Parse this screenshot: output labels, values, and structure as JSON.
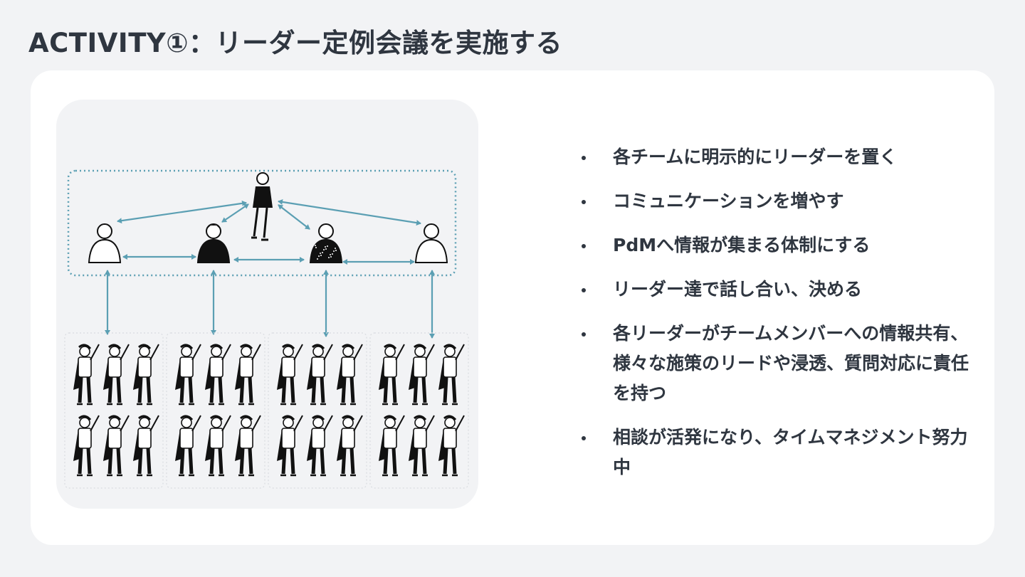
{
  "title": "ACTIVITY①：リーダー定例会議を実施する",
  "bullets": [
    "各チームに明示的にリーダーを置く",
    "コミュニケーションを増やす",
    "PdMへ情報が集まる体制にする",
    "リーダー達で話し合い、決める",
    "各リーダーがチームメンバーへの情報共有、様々な施策のリードや浸透、質問対応に責任を持つ",
    "相談が活発になり、タイムマネジメント努力中"
  ],
  "colors": {
    "page_bg": "#f2f3f5",
    "card_bg": "#ffffff",
    "text": "#2f3640",
    "arrow": "#5b9fb3"
  },
  "illustration": {
    "leader_group_count": 5,
    "team_count": 4,
    "members_per_team": 6
  }
}
